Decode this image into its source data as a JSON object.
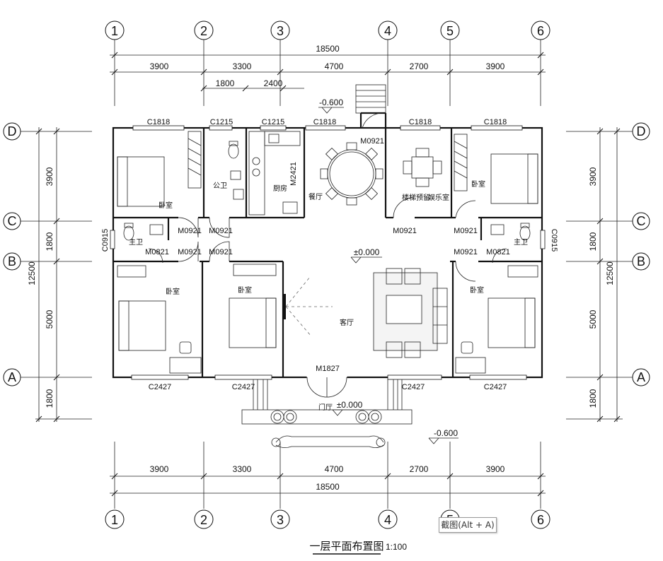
{
  "title": "一层平面布置图",
  "scale": "1:100",
  "tooltip": "截图(Alt + A)",
  "grid_columns": [
    "1",
    "2",
    "3",
    "4",
    "5",
    "6"
  ],
  "grid_rows": [
    "D",
    "C",
    "B",
    "A"
  ],
  "dims_top_total": "18500",
  "dims_top": [
    "3900",
    "3300",
    "4700",
    "2700",
    "3900"
  ],
  "dims_top_sub": [
    "1800",
    "2400"
  ],
  "dims_bottom": [
    "3900",
    "3300",
    "4700",
    "2700",
    "3900"
  ],
  "dims_bottom_total": "18500",
  "dims_left": [
    "3900",
    "1800",
    "5000",
    "1800"
  ],
  "dims_left_total": "12500",
  "dims_right": [
    "3900",
    "1800",
    "5000",
    "1800"
  ],
  "dims_right_total": "12500",
  "levels": {
    "top": "-0.600",
    "center": "±0.000",
    "entry": "±0.000",
    "outside": "-0.600"
  },
  "windows": {
    "w1": "C1818",
    "w2": "C1215",
    "w3": "C1215",
    "w4": "C1818",
    "w5": "C1818",
    "w6": "C1818",
    "side_left": "C0915",
    "side_right": "C0915",
    "b1": "C2427",
    "b2": "C2427",
    "b3": "C2427",
    "b4": "C2427"
  },
  "doors": {
    "top": "M0921",
    "kitchen": "M2421",
    "l1": "M0921",
    "l2": "M0921",
    "l3": "M0821",
    "l4": "M0921",
    "l5": "M0921",
    "r1": "M0921",
    "r2": "M0921",
    "r3": "M0821",
    "r4": "M0921",
    "main": "M1827"
  },
  "rooms": {
    "bedroom1": "卧室",
    "public_wc": "公卫",
    "kitchen": "厨房",
    "dining": "餐厅",
    "stair": "楼梯预留",
    "entertainment": "娱乐室",
    "bedroom2": "卧室",
    "master_wc_l": "主卫",
    "master_wc_r": "主卫",
    "bedroom3": "卧室",
    "bedroom4": "卧室",
    "living": "客厅",
    "bedroom5": "卧室",
    "porch": "门厅"
  }
}
